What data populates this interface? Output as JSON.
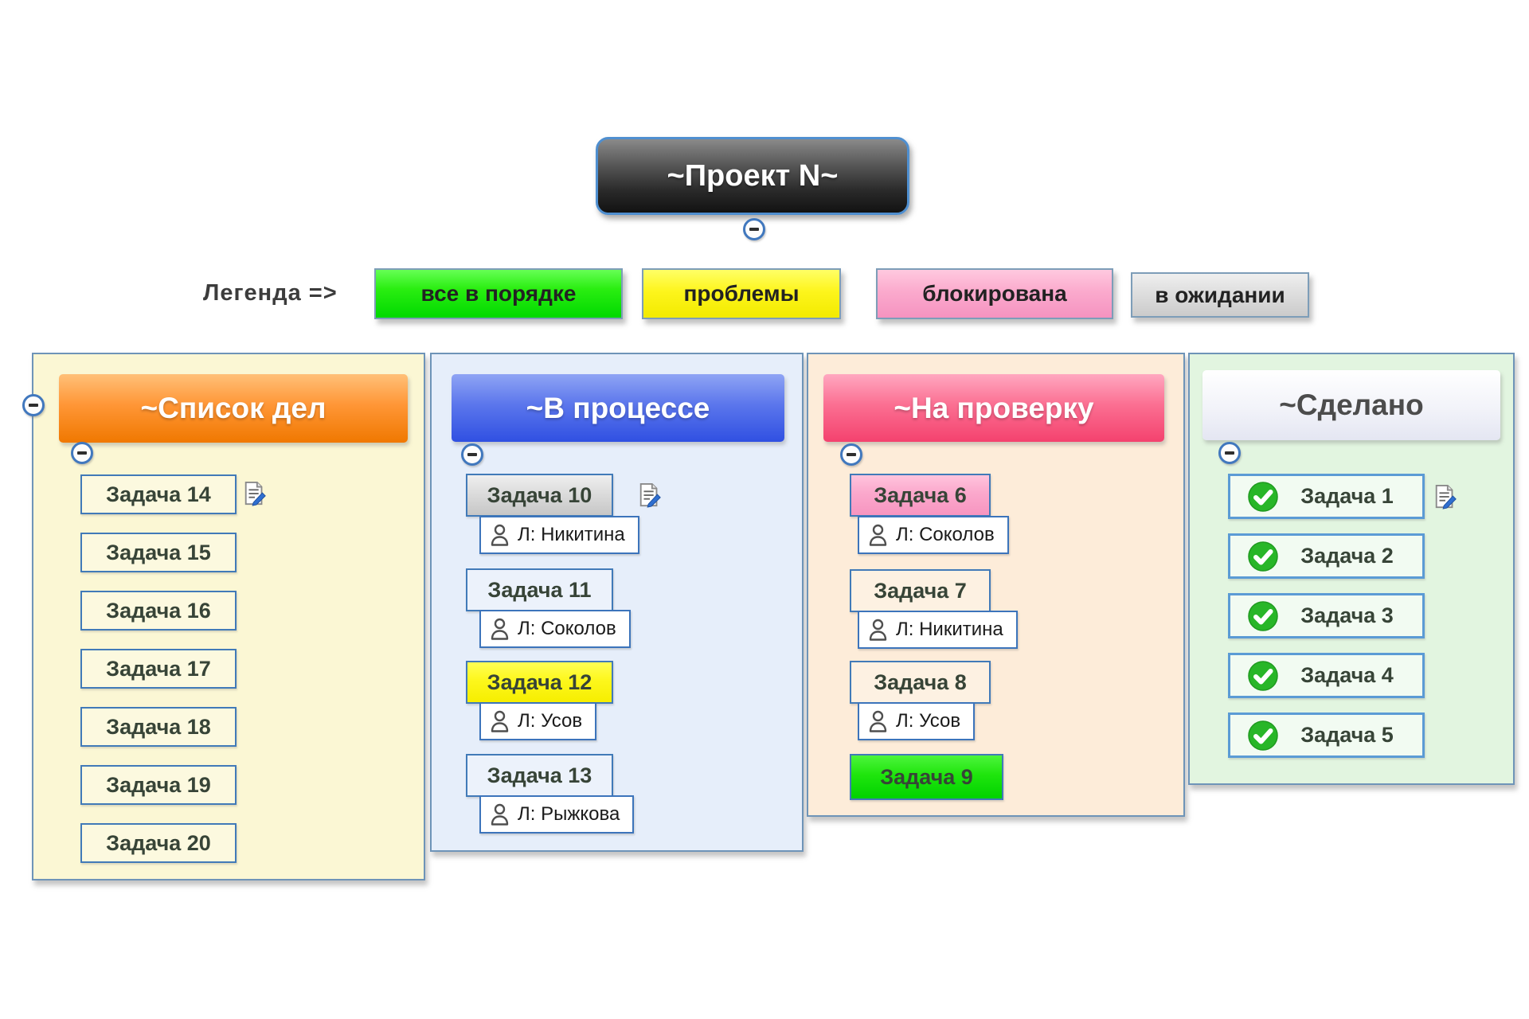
{
  "title": {
    "label": "~Проект N~"
  },
  "legend": {
    "label": "Легенда =>",
    "items": [
      {
        "key": "ok",
        "label": "все в порядке",
        "color": "#22dd11"
      },
      {
        "key": "problems",
        "label": "проблемы",
        "color": "#f8f000"
      },
      {
        "key": "blocked",
        "label": "блокирована",
        "color": "#f9a5c8"
      },
      {
        "key": "waiting",
        "label": "в ожидании",
        "color": "#d9d9d9"
      }
    ]
  },
  "columns": [
    {
      "title": "~Список дел",
      "accent": "#f57f00",
      "tasks": [
        {
          "label": "Задача 14",
          "has_note": true
        },
        {
          "label": "Задача 15"
        },
        {
          "label": "Задача 16"
        },
        {
          "label": "Задача 17"
        },
        {
          "label": "Задача 18"
        },
        {
          "label": "Задача 19"
        },
        {
          "label": "Задача 20"
        }
      ]
    },
    {
      "title": "~В процессе",
      "accent": "#3b5ae6",
      "tasks": [
        {
          "label": "Задача 10",
          "status": "в ожидании",
          "has_note": true,
          "assignee": "Л: Никитина"
        },
        {
          "label": "Задача 11",
          "assignee": "Л: Соколов"
        },
        {
          "label": "Задача 12",
          "status": "проблемы",
          "assignee": "Л: Усов"
        },
        {
          "label": "Задача 13",
          "assignee": "Л: Рыжкова"
        }
      ]
    },
    {
      "title": "~На проверку",
      "accent": "#f5476f",
      "tasks": [
        {
          "label": "Задача 6",
          "status": "блокирована",
          "assignee": "Л: Соколов"
        },
        {
          "label": "Задача 7",
          "assignee": "Л: Никитина"
        },
        {
          "label": "Задача 8",
          "assignee": "Л: Усов"
        },
        {
          "label": "Задача 9",
          "status": "все в порядке"
        }
      ]
    },
    {
      "title": "~Сделано",
      "accent": "#e8eaf5",
      "tasks": [
        {
          "label": "Задача 1",
          "done": true,
          "has_note": true
        },
        {
          "label": "Задача 2",
          "done": true
        },
        {
          "label": "Задача 3",
          "done": true
        },
        {
          "label": "Задача 4",
          "done": true
        },
        {
          "label": "Задача 5",
          "done": true
        }
      ]
    }
  ]
}
